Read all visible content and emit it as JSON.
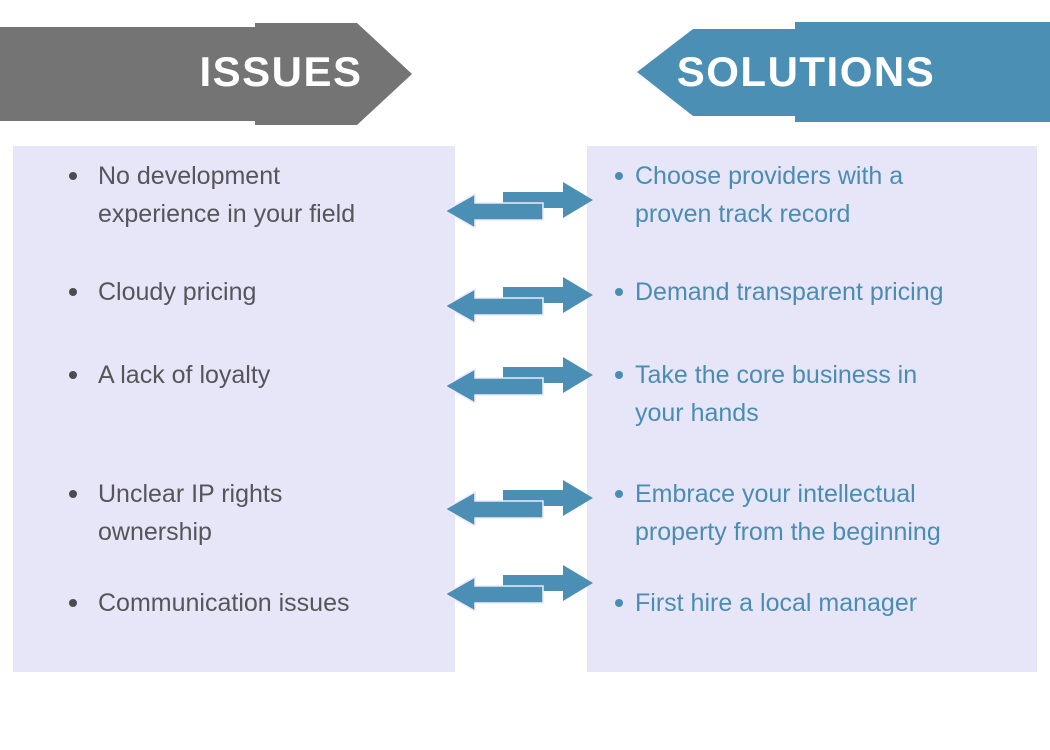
{
  "issues_column": {
    "banner_label": "ISSUES",
    "items": [
      "No development\nexperience in your field",
      "Cloudy pricing",
      "A lack of loyalty",
      "Unclear IP rights\nownership",
      "Communication issues"
    ]
  },
  "solutions_column": {
    "banner_label": "SOLUTIONS",
    "items": [
      "Choose providers with a\nproven track record",
      "Demand transparent pricing",
      "Take the core business in\nyour hands",
      "Embrace your intellectual\nproperty from the beginning",
      "First hire a local manager"
    ]
  },
  "colors": {
    "issues_banner_gray": "#757475",
    "accent_blue": "#4b8fb4",
    "issues_text": "#56555a",
    "solutions_text": "#4a8db2",
    "panel_background": "#e7e5f8",
    "banner_label_color": "#ffffff"
  },
  "icons": {
    "connector": "double-arrow-icon"
  }
}
